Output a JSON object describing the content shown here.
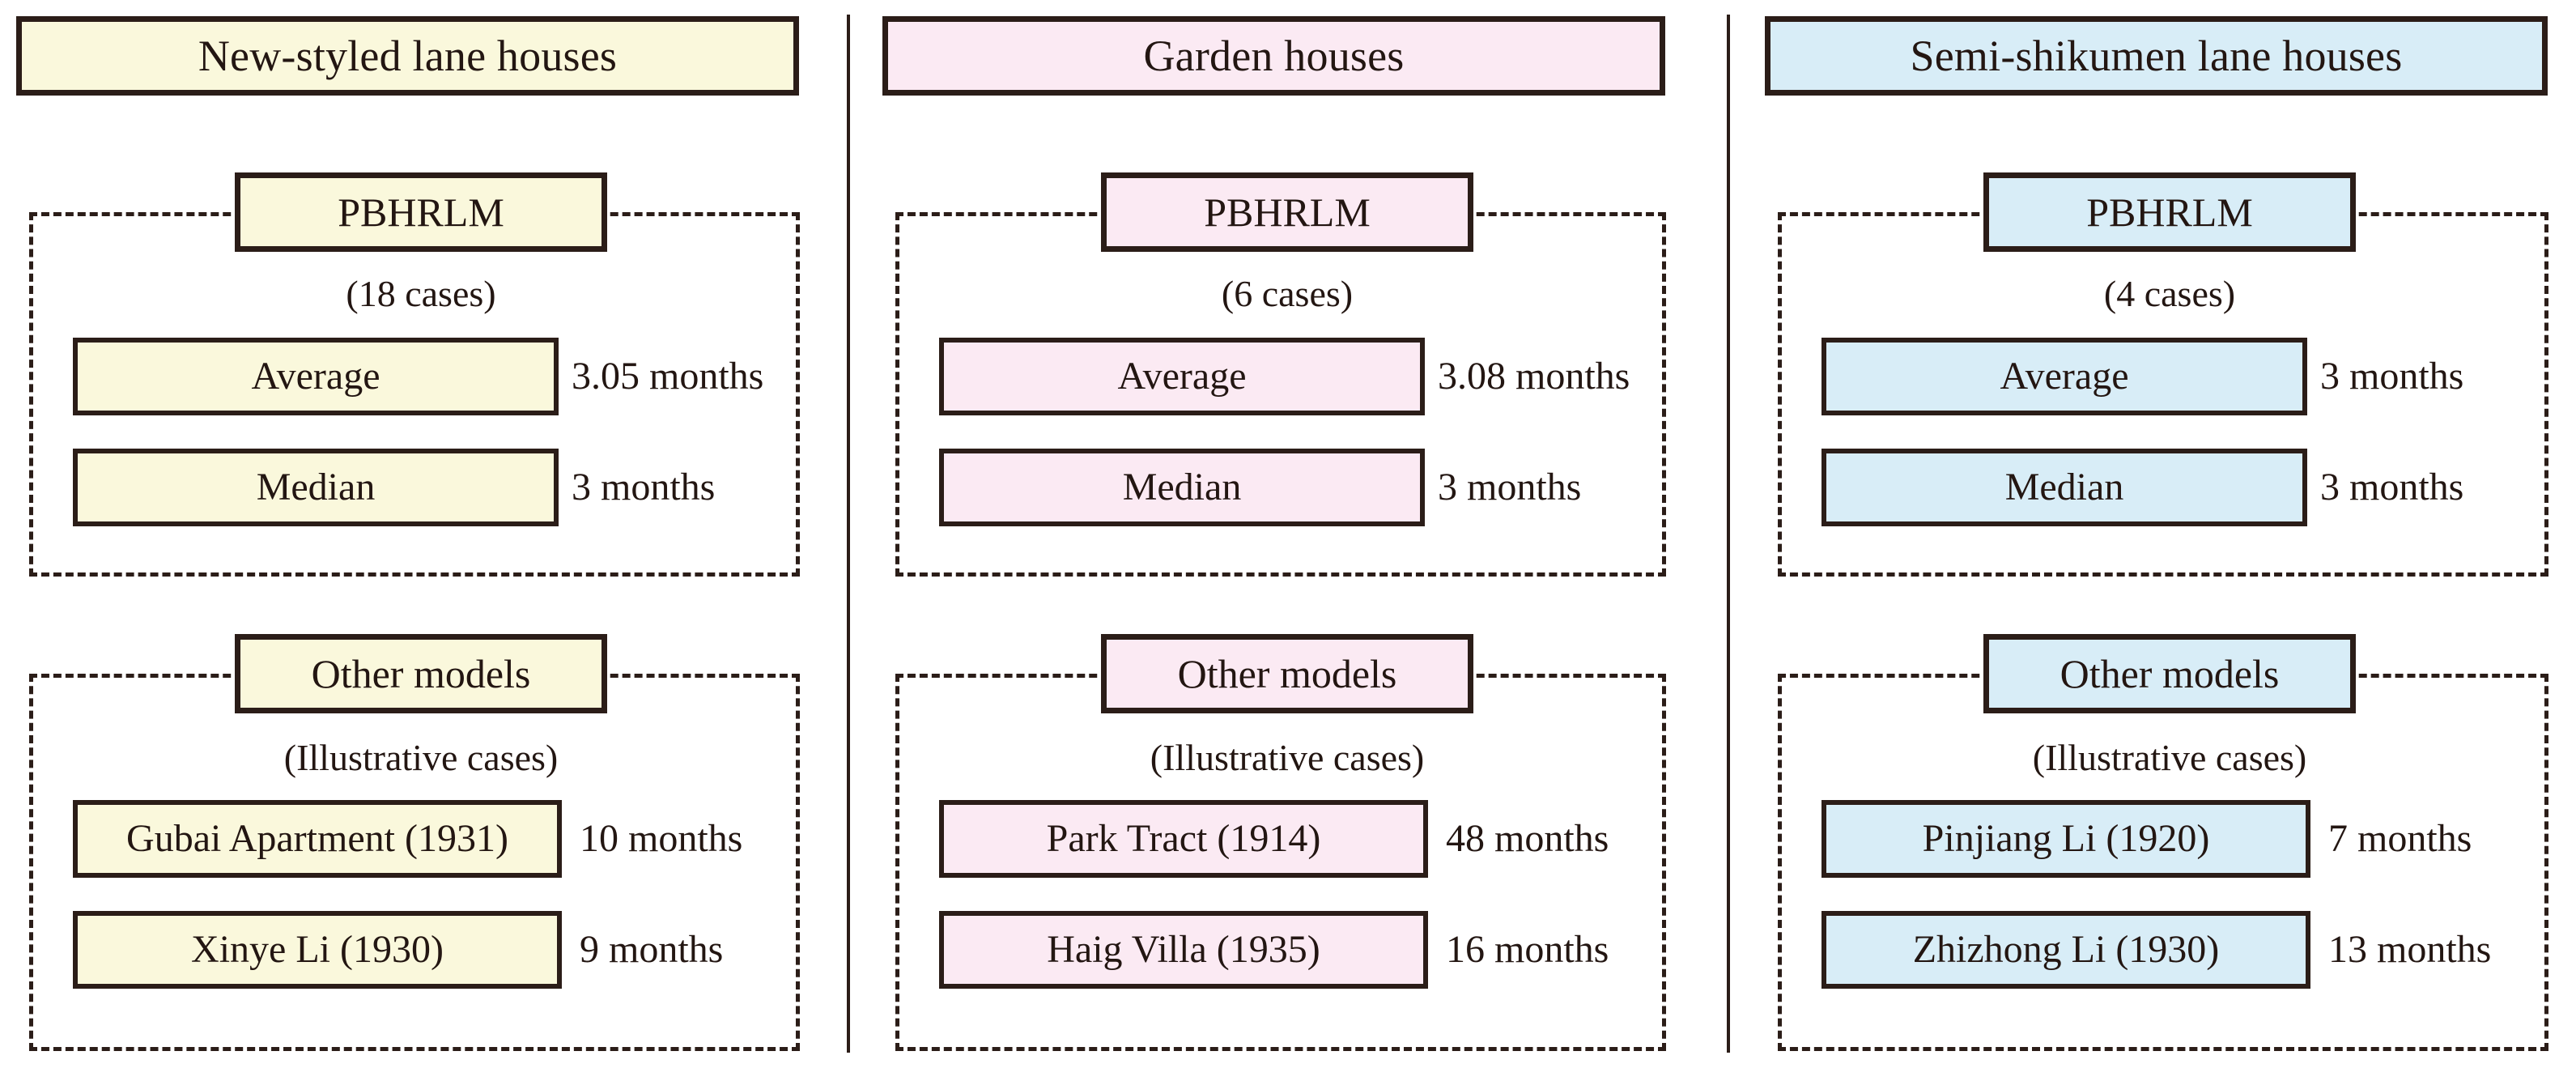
{
  "colors": {
    "outline": "#2b1d18",
    "column_1_fill": "#FAF8DC",
    "column_2_fill": "#FBEAF3",
    "column_3_fill": "#D8EDF7",
    "background": "#ffffff"
  },
  "columns": [
    {
      "title": "New-styled lane houses",
      "groups": [
        {
          "node_label": "PBHRLM",
          "caption": "(18 cases)",
          "rows": [
            {
              "label": "Average",
              "value": "3.05 months"
            },
            {
              "label": "Median",
              "value": "3 months"
            }
          ]
        },
        {
          "node_label": "Other models",
          "caption": "(Illustrative cases)",
          "rows": [
            {
              "label": "Gubai Apartment (1931)",
              "value": "10 months"
            },
            {
              "label": "Xinye Li (1930)",
              "value": "9 months"
            }
          ]
        }
      ]
    },
    {
      "title": "Garden houses",
      "groups": [
        {
          "node_label": "PBHRLM",
          "caption": "(6 cases)",
          "rows": [
            {
              "label": "Average",
              "value": "3.08 months"
            },
            {
              "label": "Median",
              "value": "3 months"
            }
          ]
        },
        {
          "node_label": "Other models",
          "caption": "(Illustrative cases)",
          "rows": [
            {
              "label": "Park Tract (1914)",
              "value": "48 months"
            },
            {
              "label": "Haig Villa (1935)",
              "value": "16 months"
            }
          ]
        }
      ]
    },
    {
      "title": "Semi-shikumen lane houses",
      "groups": [
        {
          "node_label": "PBHRLM",
          "caption": "(4 cases)",
          "rows": [
            {
              "label": "Average",
              "value": "3 months"
            },
            {
              "label": "Median",
              "value": "3 months"
            }
          ]
        },
        {
          "node_label": "Other models",
          "caption": "(Illustrative cases)",
          "rows": [
            {
              "label": "Pinjiang Li (1920)",
              "value": "7 months"
            },
            {
              "label": "Zhizhong Li (1930)",
              "value": "13 months"
            }
          ]
        }
      ]
    }
  ]
}
